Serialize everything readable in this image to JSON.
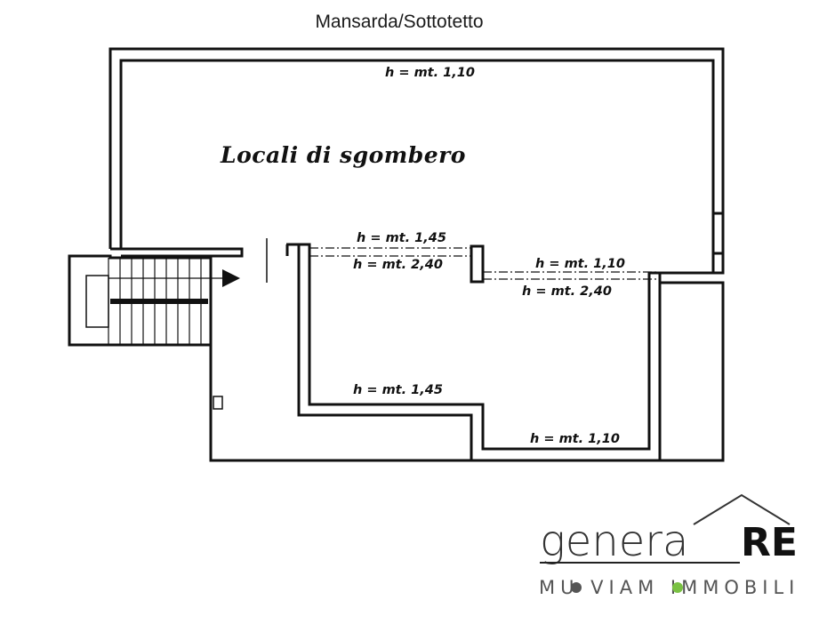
{
  "header": {
    "title": "Mansarda/Sottotetto"
  },
  "room": {
    "label": "Locali di sgombero"
  },
  "heights": {
    "top": "h = mt. 1,10",
    "mid_upper": "h = mt. 1,45",
    "mid_lower": "h = mt. 2,40",
    "right_upper": "h = mt. 1,10",
    "right_lower": "h = mt. 2,40",
    "lower_mid": "h = mt. 1,45",
    "lower_right": "h = mt. 1,10"
  },
  "logo": {
    "word": "genera",
    "mark": "RE",
    "tagline": "MU VIAM IMMOBILI",
    "colors": {
      "dot1": "#555555",
      "dot2": "#7ac143",
      "line": "#222222"
    }
  }
}
